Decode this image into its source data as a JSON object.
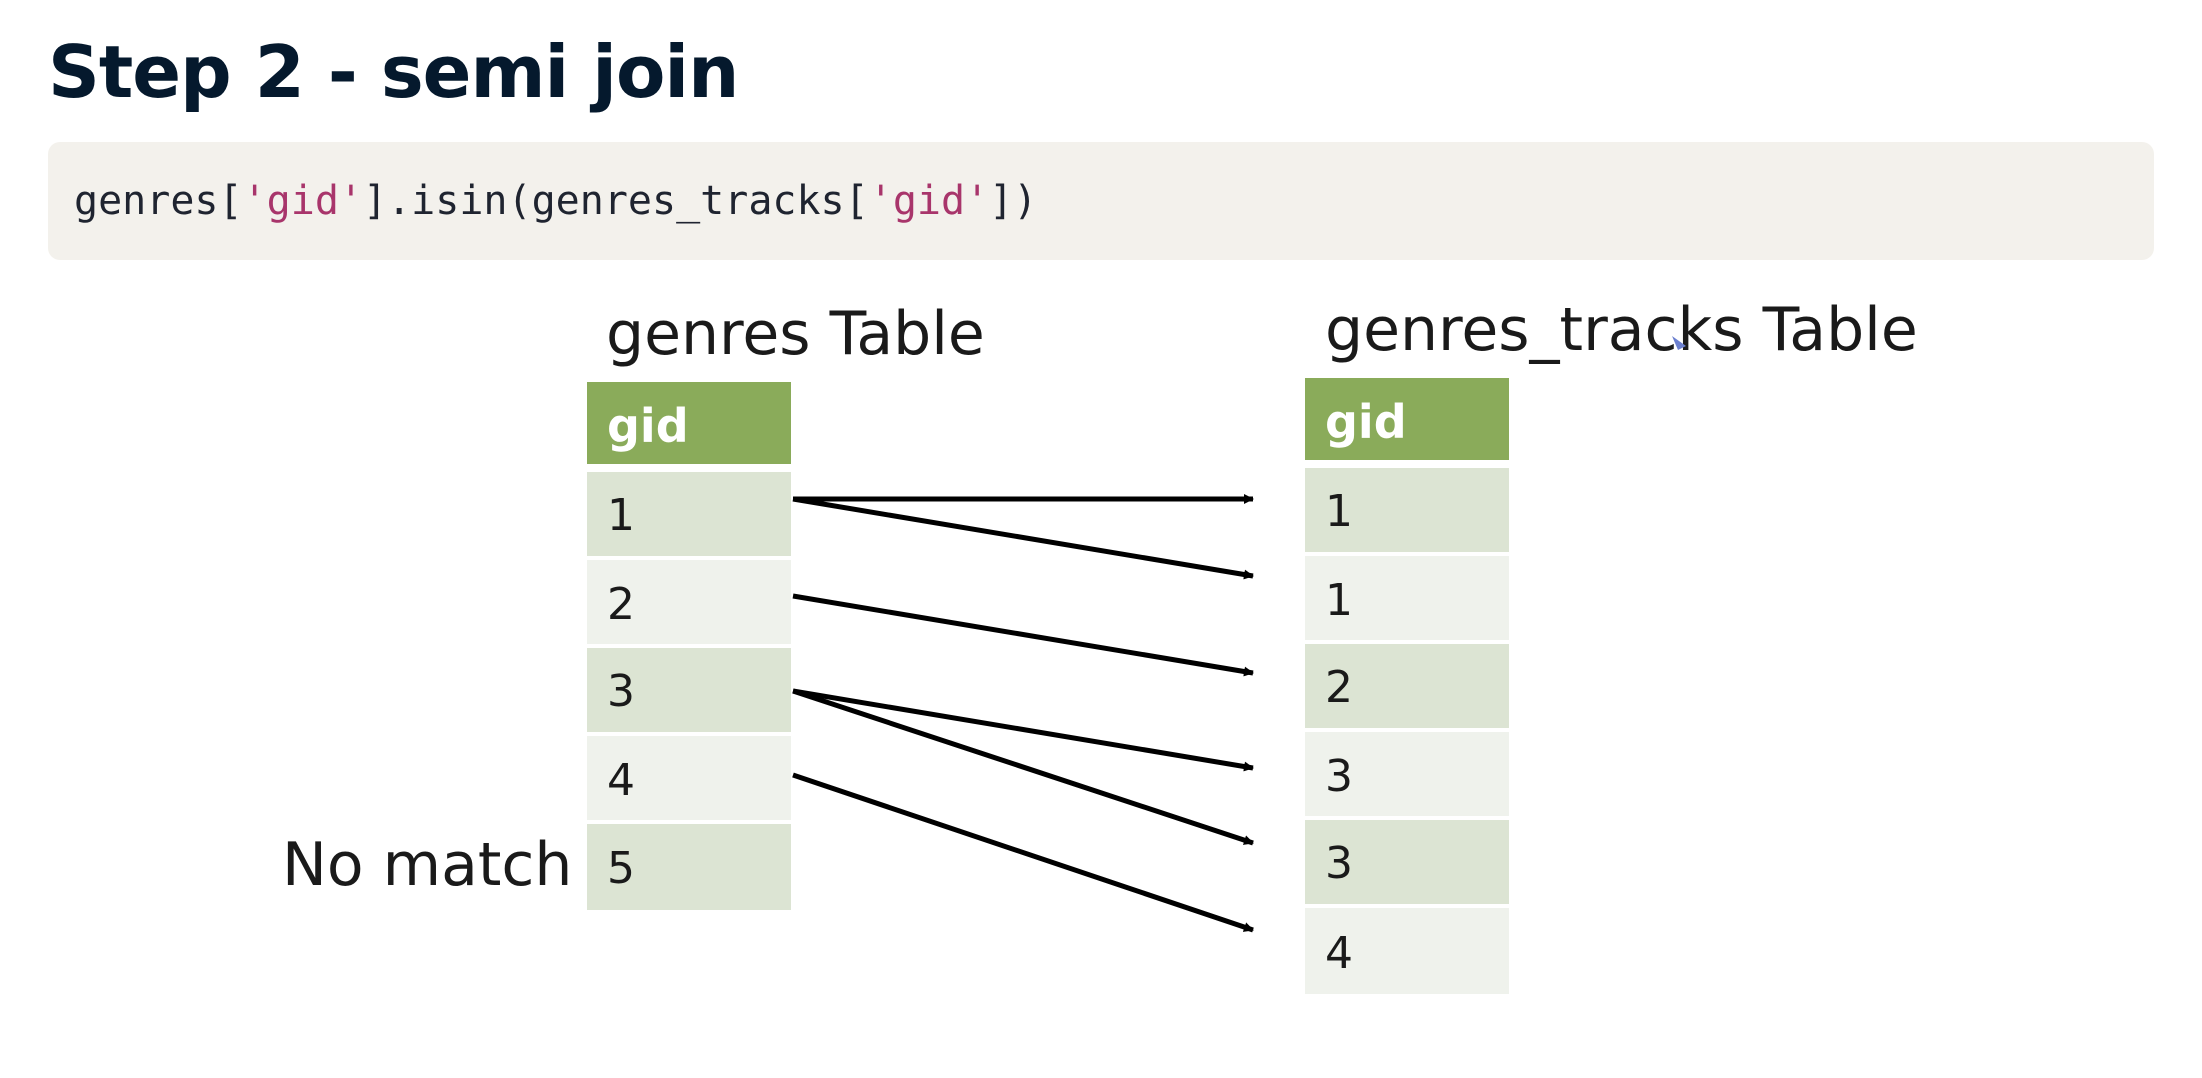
{
  "title": "Step 2 - semi join",
  "code": {
    "p1": "genres[",
    "s1": "'gid'",
    "p2": "].isin(genres_tracks[",
    "s2": "'gid'",
    "p3": "])"
  },
  "left_table": {
    "title": "genres Table",
    "header": "gid",
    "rows": [
      "1",
      "2",
      "3",
      "4",
      "5"
    ]
  },
  "right_table": {
    "title": "genres_tracks Table",
    "header": "gid",
    "rows": [
      "1",
      "1",
      "2",
      "3",
      "3",
      "4"
    ]
  },
  "no_match_label": "No match",
  "colors": {
    "header_green": "#8aab5a",
    "row_dark": "#dce4d3",
    "row_light": "#eff2ec",
    "arrow": "#000000",
    "title": "#05192d",
    "code_bg": "#f3f1ec",
    "code_string": "#a8356b"
  }
}
